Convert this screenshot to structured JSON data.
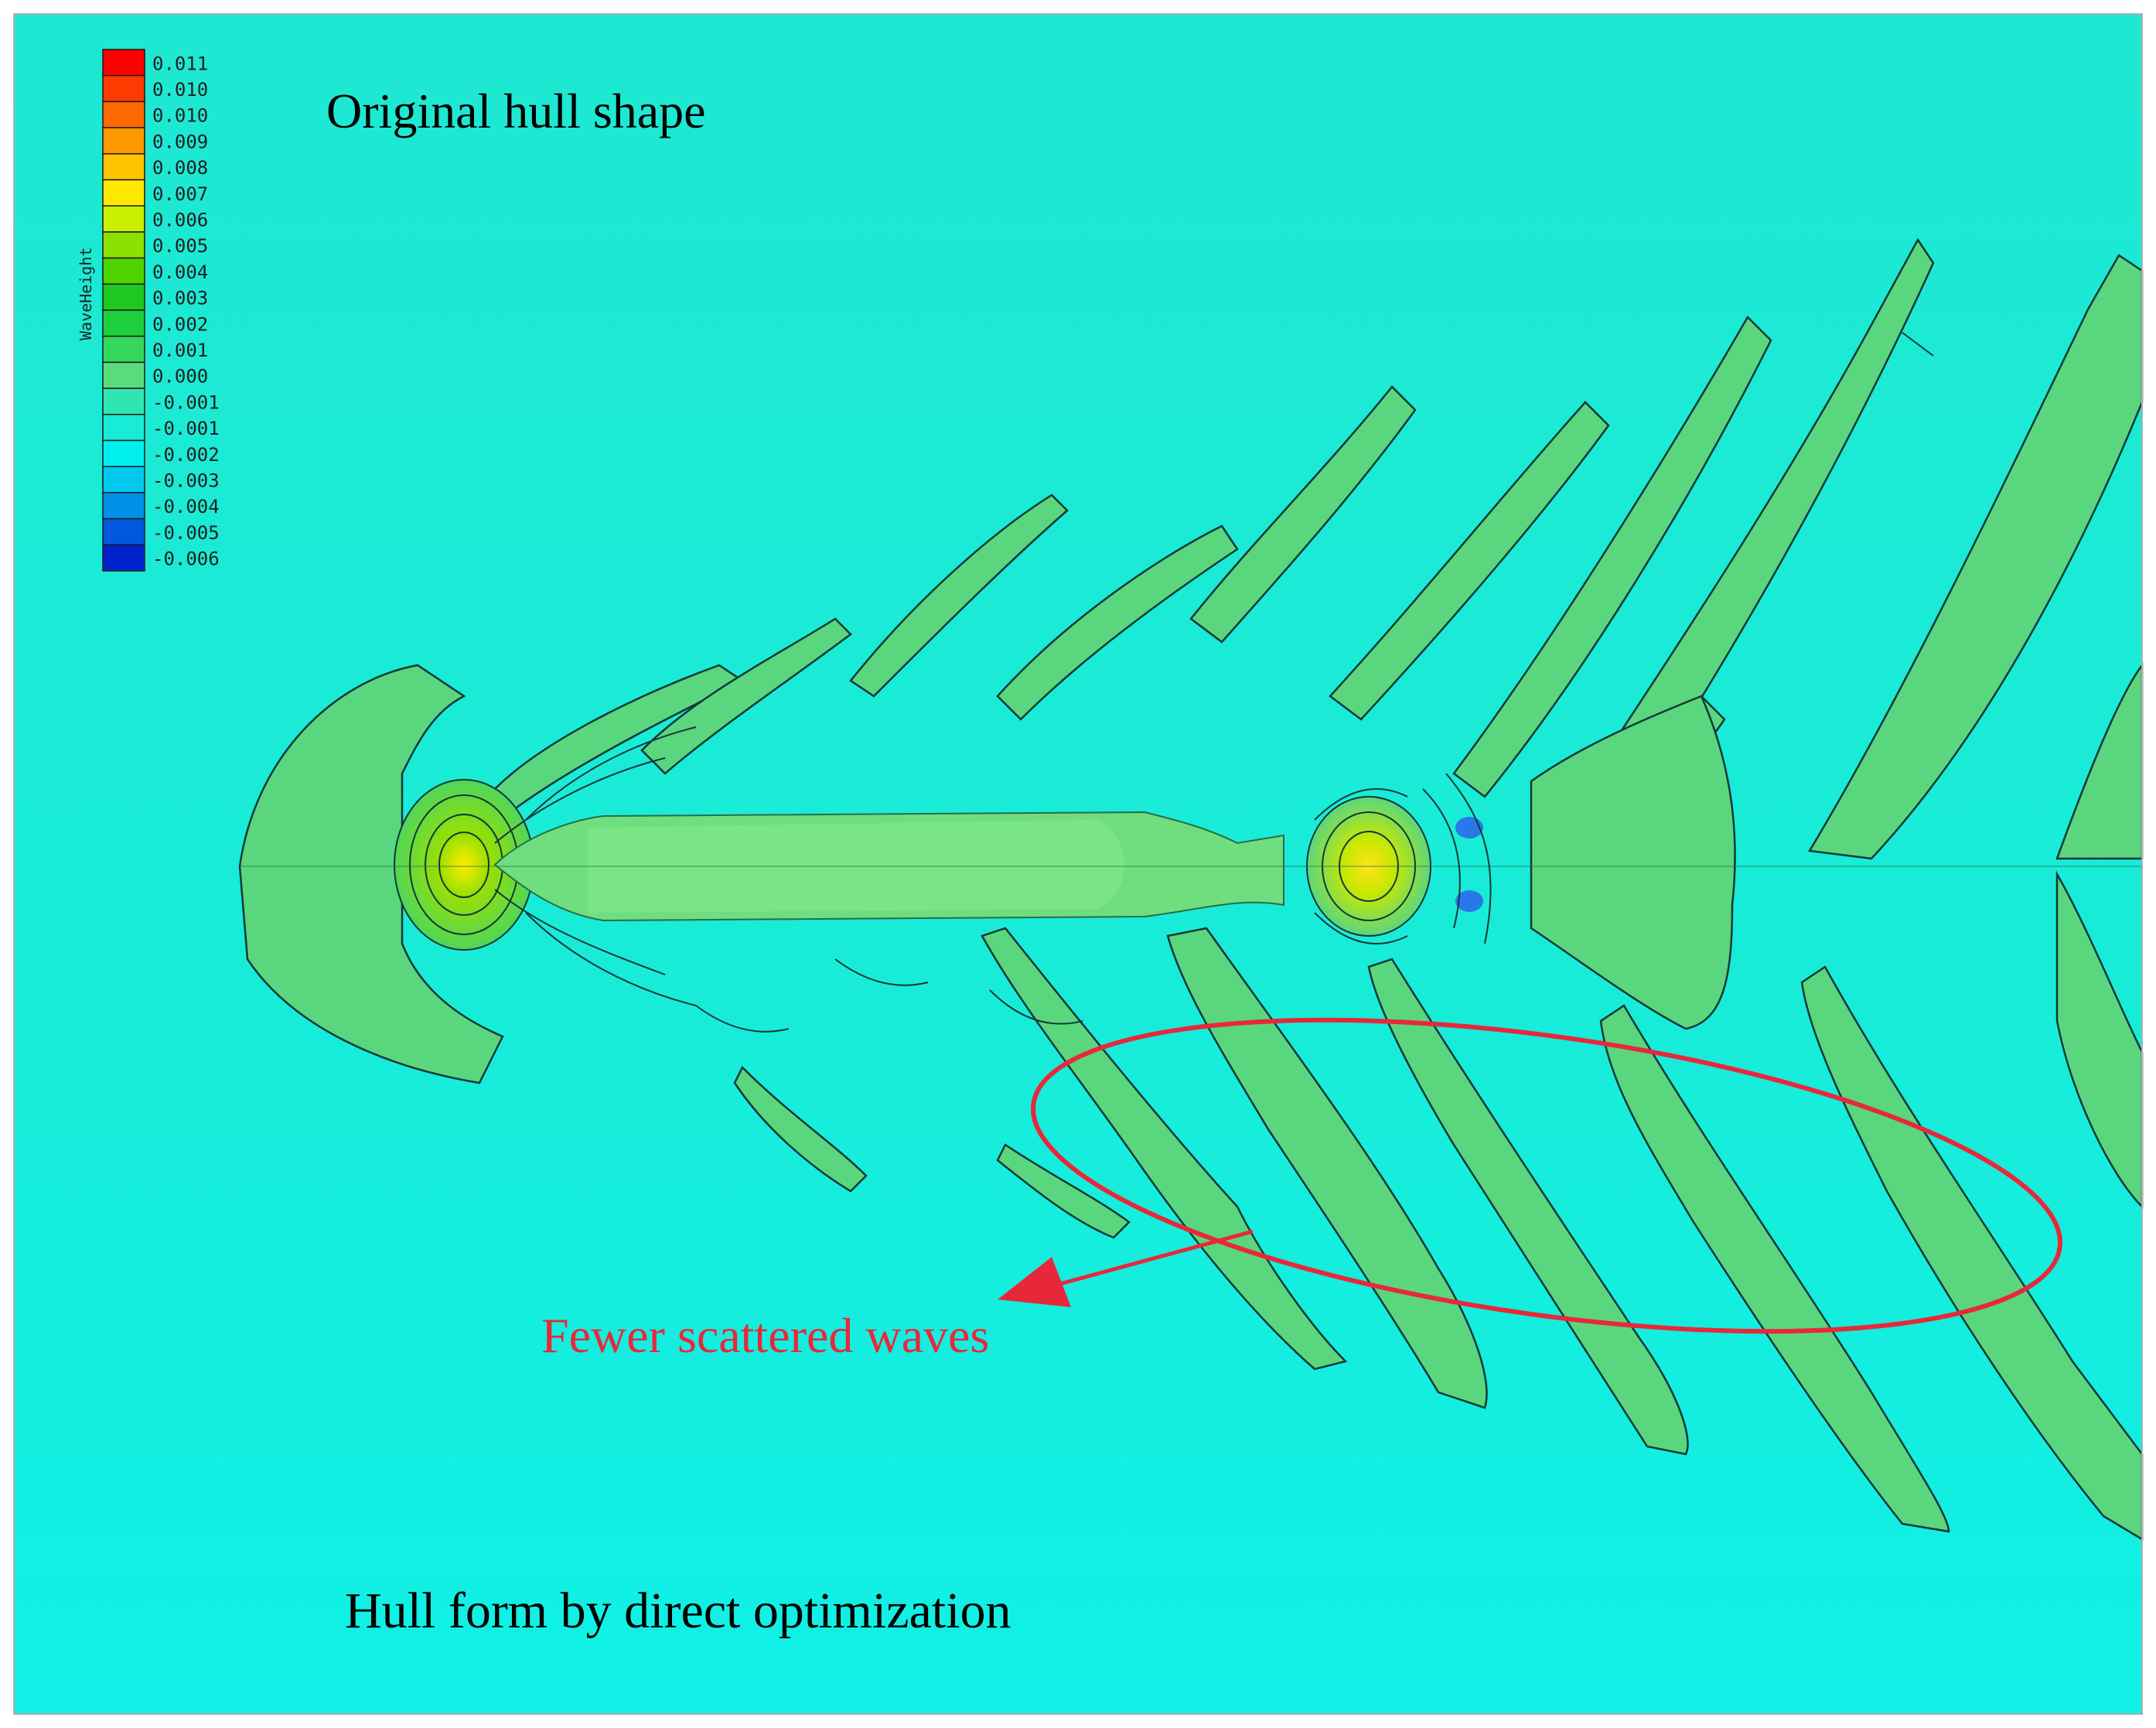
{
  "labels": {
    "top_text": "Original hull shape",
    "bottom_text": "Hull form by direct optimization",
    "annotation_text": "Fewer scattered waves"
  },
  "legend": {
    "title": "WaveHeight",
    "entries": [
      {
        "value": "0.011",
        "color": "#ff0000"
      },
      {
        "value": "0.010",
        "color": "#ff3a00"
      },
      {
        "value": "0.010",
        "color": "#ff6a00"
      },
      {
        "value": "0.009",
        "color": "#ff9900"
      },
      {
        "value": "0.008",
        "color": "#ffc400"
      },
      {
        "value": "0.007",
        "color": "#ffe800"
      },
      {
        "value": "0.006",
        "color": "#c8f000"
      },
      {
        "value": "0.005",
        "color": "#8ee000"
      },
      {
        "value": "0.004",
        "color": "#4fd400"
      },
      {
        "value": "0.003",
        "color": "#1ec81e"
      },
      {
        "value": "0.002",
        "color": "#1ecf3c"
      },
      {
        "value": "0.001",
        "color": "#35d75c"
      },
      {
        "value": "0.000",
        "color": "#5bdc7c"
      },
      {
        "value": "-0.001",
        "color": "#30e5b0"
      },
      {
        "value": "-0.001",
        "color": "#18ecd6"
      },
      {
        "value": "-0.002",
        "color": "#00f0f0"
      },
      {
        "value": "-0.003",
        "color": "#00c8ee"
      },
      {
        "value": "-0.004",
        "color": "#0090e8"
      },
      {
        "value": "-0.005",
        "color": "#0058dc"
      },
      {
        "value": "-0.006",
        "color": "#0022cc"
      }
    ]
  },
  "colors": {
    "background_field": "#19ebd6",
    "positive_wave": "#5ad67e",
    "contour_line": "#123838",
    "annotation": "#e8283a"
  }
}
